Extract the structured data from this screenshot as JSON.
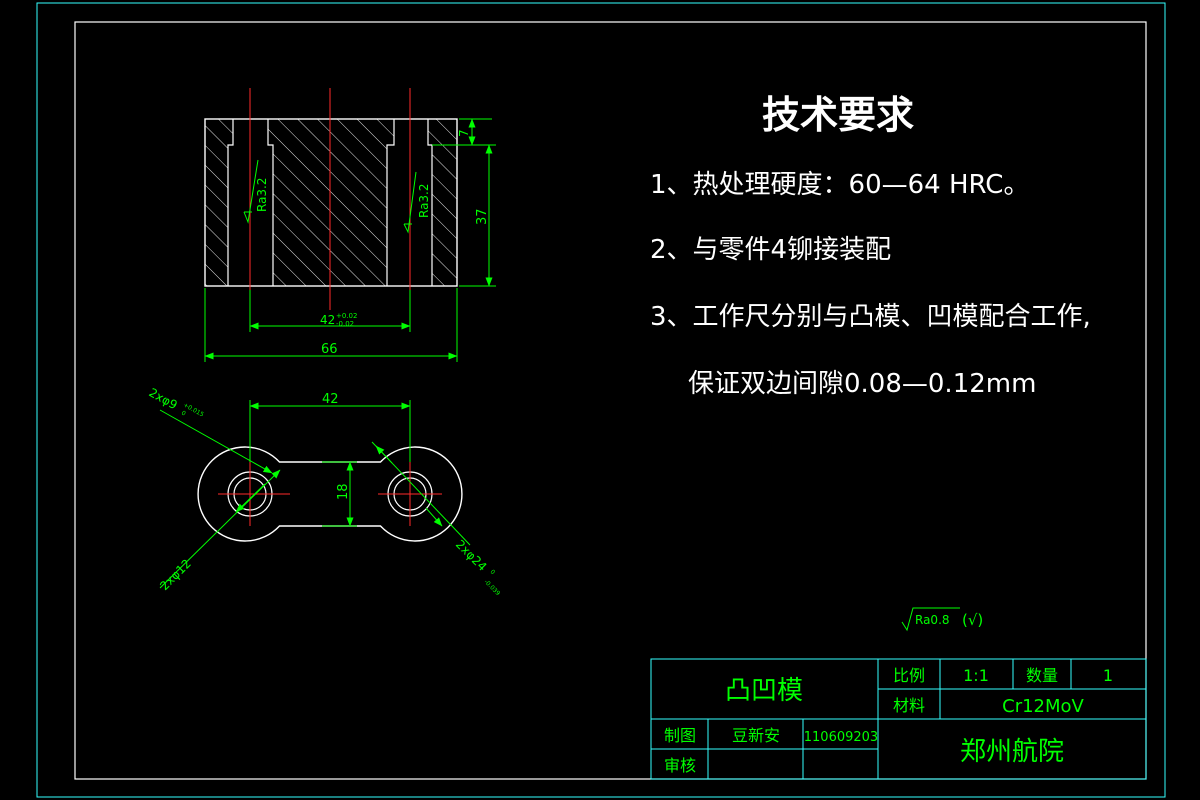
{
  "colors": {
    "background": "#000000",
    "frame": "#33ffff",
    "outline": "#ffffff",
    "hatch": "#ffffff",
    "center": "#ff2a2a",
    "dimension": "#00ff00",
    "title_text": "#00ff00"
  },
  "tech": {
    "title": "技术要求",
    "line1": "1、热处理硬度：60—64 HRC。",
    "line2": "2、与零件4铆接装配",
    "line3": "3、工作尺分别与凸模、凹模配合工作,",
    "line4": "保证双边间隙0.08—0.12mm"
  },
  "section_view": {
    "roughness_left": "Ra3.2",
    "roughness_right": "Ra3.2",
    "dim_width": "66",
    "dim_center": "42",
    "dim_center_tol_upper": "+0.02",
    "dim_center_tol_lower": "-0.02",
    "dim_height": "37",
    "dim_counterbore": "7"
  },
  "top_view": {
    "dim_center": "42",
    "dim_neck": "18",
    "label_hole": "2xφ9",
    "label_hole_tol_upper": "+0.015",
    "label_hole_tol_lower": "0",
    "label_bore": "2xφ12",
    "label_outer": "2xφ24",
    "label_outer_tol_upper": "0",
    "label_outer_tol_lower": "-0.039"
  },
  "surface_note": {
    "symbol_text": "Ra0.8",
    "suffix": "(√)"
  },
  "title_block": {
    "part_name": "凸凹模",
    "scale_label": "比例",
    "scale_value": "1:1",
    "qty_label": "数量",
    "qty_value": "1",
    "material_label": "材料",
    "material_value": "Cr12MoV",
    "drawn_label": "制图",
    "drawn_by": "豆新安",
    "student_id": "110609203",
    "check_label": "审核",
    "school": "郑州航院"
  }
}
